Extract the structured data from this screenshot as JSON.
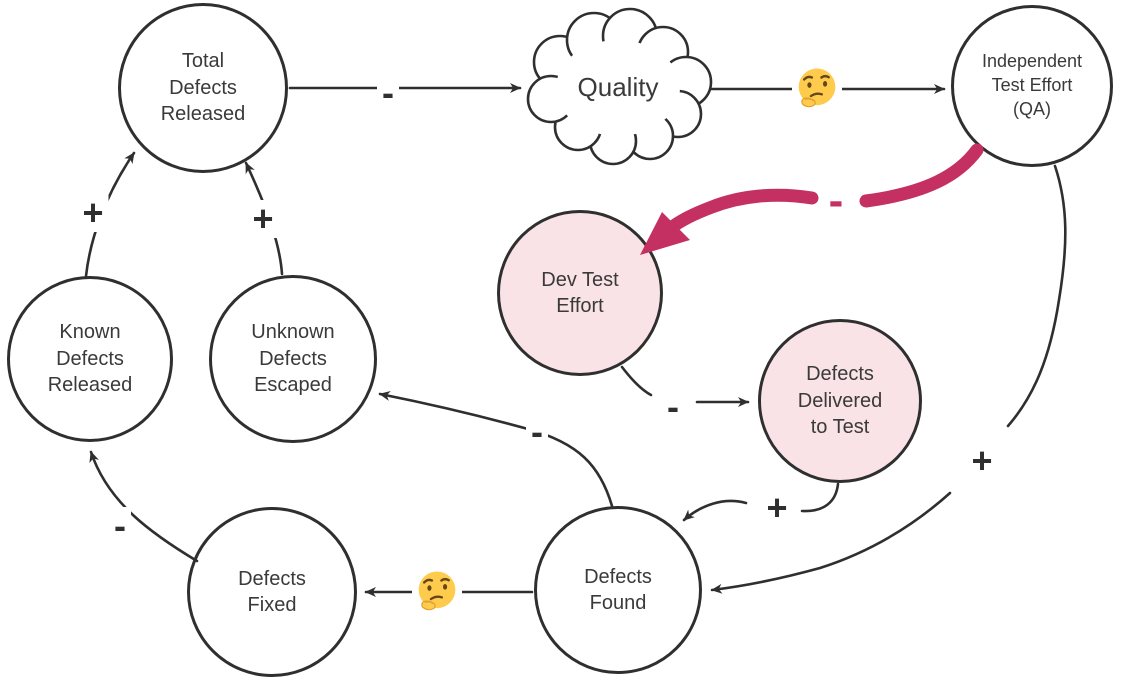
{
  "diagram": {
    "type": "causal-loop-diagram",
    "background": "#ffffff",
    "colors": {
      "line": "#2f2f2f",
      "text": "#3a3a3a",
      "node_border": "#2f2f2f",
      "node_fill": "#ffffff",
      "highlight_node_fill": "#f9e3e6",
      "highlight_arrow": "#c53063",
      "emoji_face": "#ffcb4c"
    },
    "nodes": {
      "total_defects_released": {
        "label": "Total Defects Released",
        "shape": "circle",
        "highlighted": false
      },
      "quality": {
        "label": "Quality",
        "shape": "cloud",
        "highlighted": false
      },
      "independent_test_effort": {
        "label": "Independent Test Effort (QA)",
        "shape": "circle",
        "highlighted": false
      },
      "dev_test_effort": {
        "label": "Dev Test Effort",
        "shape": "circle",
        "highlighted": true
      },
      "defects_delivered_to_test": {
        "label": "Defects Delivered to Test",
        "shape": "circle",
        "highlighted": true
      },
      "known_defects_released": {
        "label": "Known Defects Released",
        "shape": "circle",
        "highlighted": false
      },
      "unknown_defects_escaped": {
        "label": "Unknown Defects Escaped",
        "shape": "circle",
        "highlighted": false
      },
      "defects_fixed": {
        "label": "Defects Fixed",
        "shape": "circle",
        "highlighted": false
      },
      "defects_found": {
        "label": "Defects Found",
        "shape": "circle",
        "highlighted": false
      }
    },
    "edges": {
      "total_to_quality": {
        "from": "total_defects_released",
        "to": "quality",
        "sign": "-"
      },
      "quality_to_qa": {
        "from": "quality",
        "to": "independent_test_effort",
        "sign": "🤔",
        "icon": "thinking-face"
      },
      "qa_to_dev_test": {
        "from": "independent_test_effort",
        "to": "dev_test_effort",
        "sign": "-",
        "style": "thick-highlight",
        "color": "#c53063"
      },
      "known_to_total": {
        "from": "known_defects_released",
        "to": "total_defects_released",
        "sign": "+"
      },
      "unknown_to_total": {
        "from": "unknown_defects_escaped",
        "to": "total_defects_released",
        "sign": "+"
      },
      "fixed_to_known": {
        "from": "defects_fixed",
        "to": "known_defects_released",
        "sign": "-"
      },
      "found_to_fixed": {
        "from": "defects_found",
        "to": "defects_fixed",
        "sign": "🤔",
        "icon": "thinking-face"
      },
      "found_to_unknown": {
        "from": "defects_found",
        "to": "unknown_defects_escaped",
        "sign": "-"
      },
      "dev_test_to_delivered": {
        "from": "dev_test_effort",
        "to": "defects_delivered_to_test",
        "sign": "-"
      },
      "delivered_to_found": {
        "from": "defects_delivered_to_test",
        "to": "defects_found",
        "sign": "+"
      },
      "qa_to_found": {
        "from": "independent_test_effort",
        "to": "defects_found",
        "sign": "+"
      }
    }
  }
}
